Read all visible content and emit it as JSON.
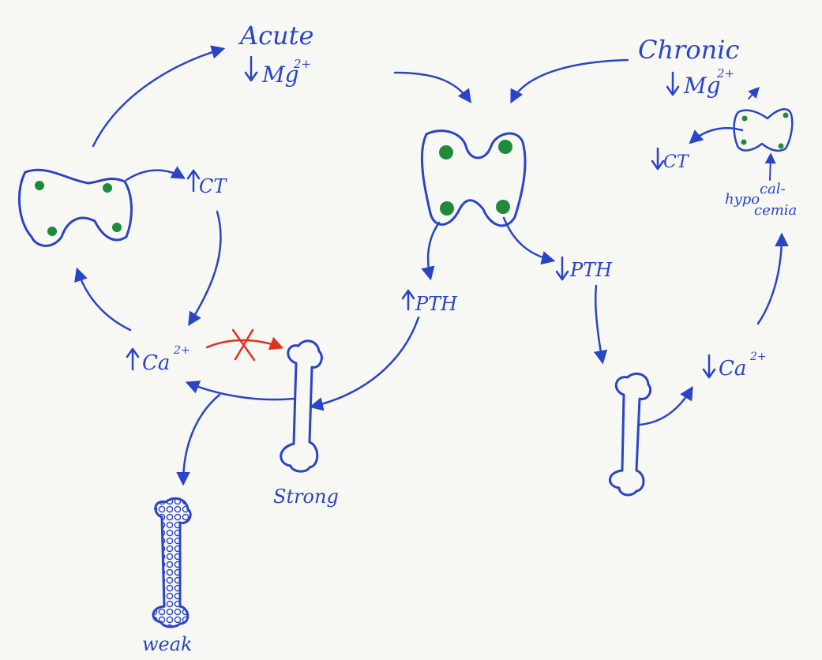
{
  "colors": {
    "paper": "#f7f7f4",
    "ink": "#2a44c8",
    "nodule": "#1f8a3a",
    "blocked": "#e0301e"
  },
  "labels": {
    "acute_line1": "Acute",
    "acute_line2": "Mg",
    "acute_sup": "2+",
    "chronic_line1": "Chronic",
    "chronic_line2": "Mg",
    "chronic_sup": "2+",
    "ct_up": "CT",
    "ct_down": "CT",
    "pth_up": "PTH",
    "pth_down": "PTH",
    "ca_up": "Ca",
    "ca_up_sup": "2+",
    "ca_down": "Ca",
    "ca_down_sup": "2+",
    "hypocalcemia_1": "hypo",
    "hypocalcemia_2": "cal-",
    "hypocalcemia_3": "cemia",
    "strong": "Strong",
    "weak": "weak"
  }
}
